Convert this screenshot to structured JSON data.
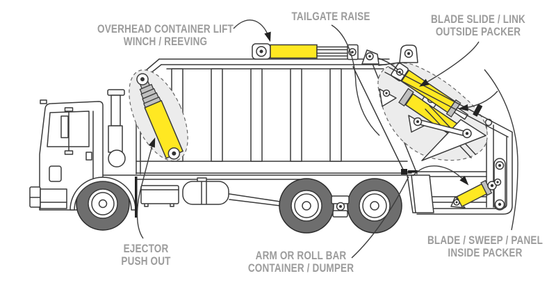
{
  "diagram": {
    "labels": [
      {
        "id": "overhead-lift",
        "lines": [
          "OVERHEAD CONTAINER LIFT",
          "WINCH / REEVING"
        ]
      },
      {
        "id": "tailgate-raise",
        "lines": [
          "TAILGATE RAISE"
        ]
      },
      {
        "id": "blade-slide",
        "lines": [
          "BLADE SLIDE / LINK",
          "OUTSIDE PACKER"
        ]
      },
      {
        "id": "ejector",
        "lines": [
          "EJECTOR",
          "PUSH OUT"
        ]
      },
      {
        "id": "arm-roll-bar",
        "lines": [
          "ARM OR ROLL BAR",
          "CONTAINER / DUMPER"
        ]
      },
      {
        "id": "blade-sweep",
        "lines": [
          "BLADE / SWEEP / PANEL",
          "INSIDE PACKER"
        ]
      }
    ],
    "colors": {
      "cylinder_yellow": "#FFE822",
      "metal_gray": "#C0C0C0",
      "tire_gray": "#6E6E6E",
      "label_gray": "#9C9C9C",
      "outline_dark": "#3A3A3A",
      "region_fill": "#ECECEC"
    }
  }
}
